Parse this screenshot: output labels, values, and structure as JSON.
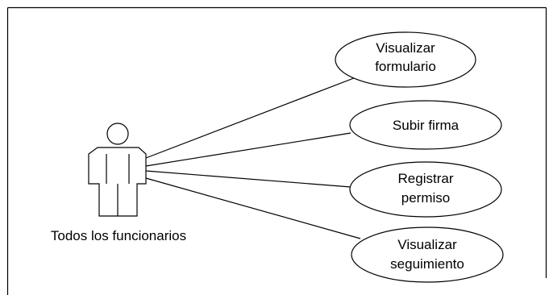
{
  "diagram": {
    "actor": {
      "label": "Todos los funcionarios"
    },
    "use_cases": [
      {
        "lines": [
          "Visualizar",
          "formulario"
        ]
      },
      {
        "lines": [
          "Subir firma"
        ]
      },
      {
        "lines": [
          "Registrar",
          "permiso"
        ]
      },
      {
        "lines": [
          "Visualizar",
          "seguimiento"
        ]
      }
    ]
  }
}
